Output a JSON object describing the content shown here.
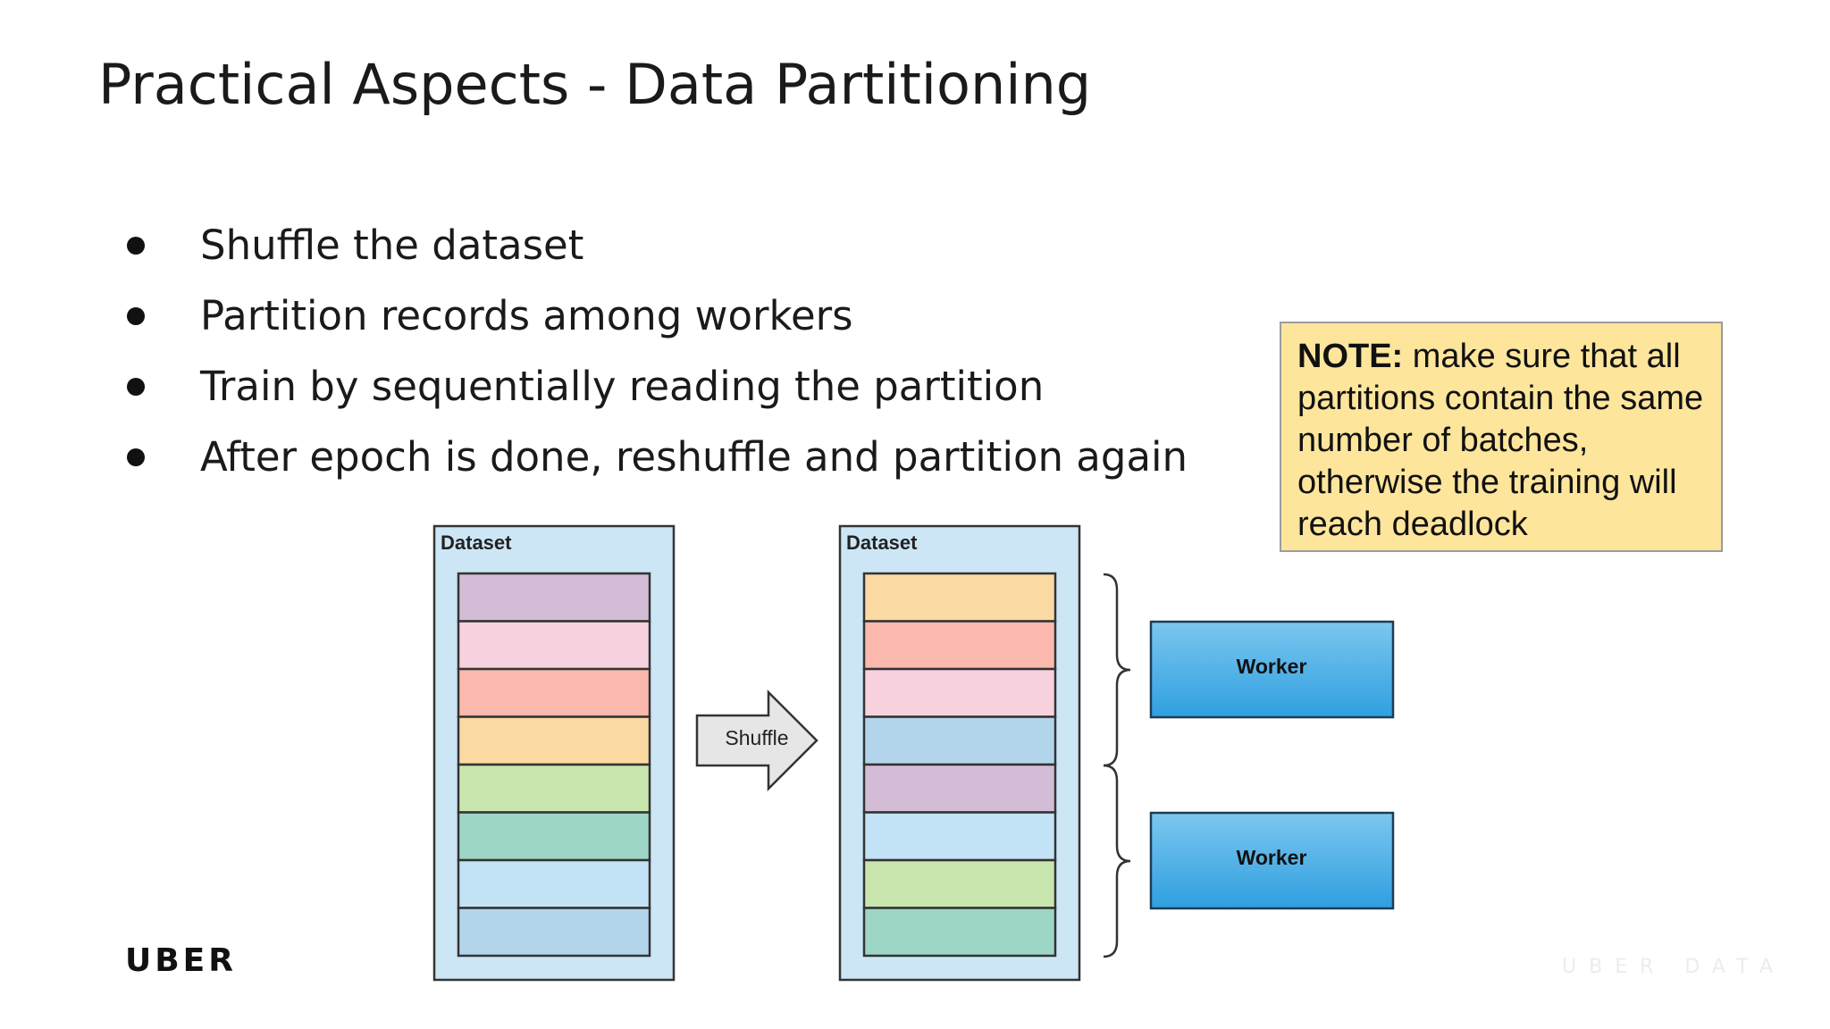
{
  "slide": {
    "title": "Practical Aspects - Data Partitioning",
    "bullets": [
      "Shuffle the dataset",
      "Partition records among workers",
      "Train by sequentially reading the partition",
      "After epoch is done, reshuffle and partition again"
    ],
    "note": {
      "label": "NOTE:",
      "text": " make sure that all partitions contain the same number of batches, otherwise the training will reach deadlock"
    },
    "logo": "UBER",
    "watermark": "UBER DATA"
  },
  "diagram": {
    "dataset_label": "Dataset",
    "shuffle_label": "Shuffle",
    "worker_label": "Worker",
    "colors": {
      "dataset_bg": "#cce6f6",
      "worker_top": "#7cc7ef",
      "worker_bottom": "#2f9fe0",
      "arrow_fill": "#e6e6e6"
    },
    "original_rows": [
      "#d3bcd6",
      "#f8d1de",
      "#fbb8ad",
      "#fbd9a3",
      "#c8e6ad",
      "#9dd6c6",
      "#c2e3f5",
      "#b3d5ec"
    ],
    "shuffled_rows": [
      "#fbd9a3",
      "#fbb8ad",
      "#f8d1de",
      "#b3d5ec",
      "#d3bcd6",
      "#c2e3f5",
      "#c8e6ad",
      "#9dd6c6"
    ]
  }
}
